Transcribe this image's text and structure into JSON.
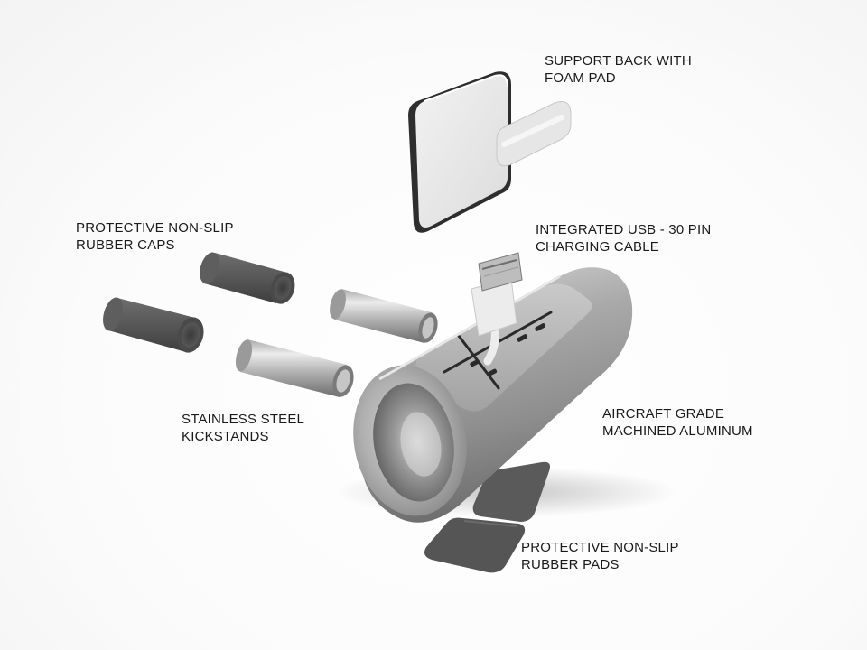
{
  "labels": {
    "support_back": {
      "line1": "SUPPORT BACK WITH",
      "line2": "FOAM PAD"
    },
    "usb_cable": {
      "line1": "INTEGRATED USB - 30 PIN",
      "line2": "CHARGING CABLE"
    },
    "rubber_caps": {
      "line1": "PROTECTIVE NON-SLIP",
      "line2": "RUBBER CAPS"
    },
    "kickstands": {
      "line1": "STAINLESS STEEL",
      "line2": "KICKSTANDS"
    },
    "aluminum_body": {
      "line1": "AIRCRAFT GRADE",
      "line2": "MACHINED ALUMINUM"
    },
    "rubber_pads": {
      "line1": "PROTECTIVE NON-SLIP",
      "line2": "RUBBER PADS"
    }
  },
  "colors": {
    "background": "#ffffff",
    "text": "#1a1a1a",
    "aluminum": "#9a9a9a",
    "rubber": "#555555",
    "steel": "#b8b8b8",
    "plastic": "#e2e2e2"
  }
}
